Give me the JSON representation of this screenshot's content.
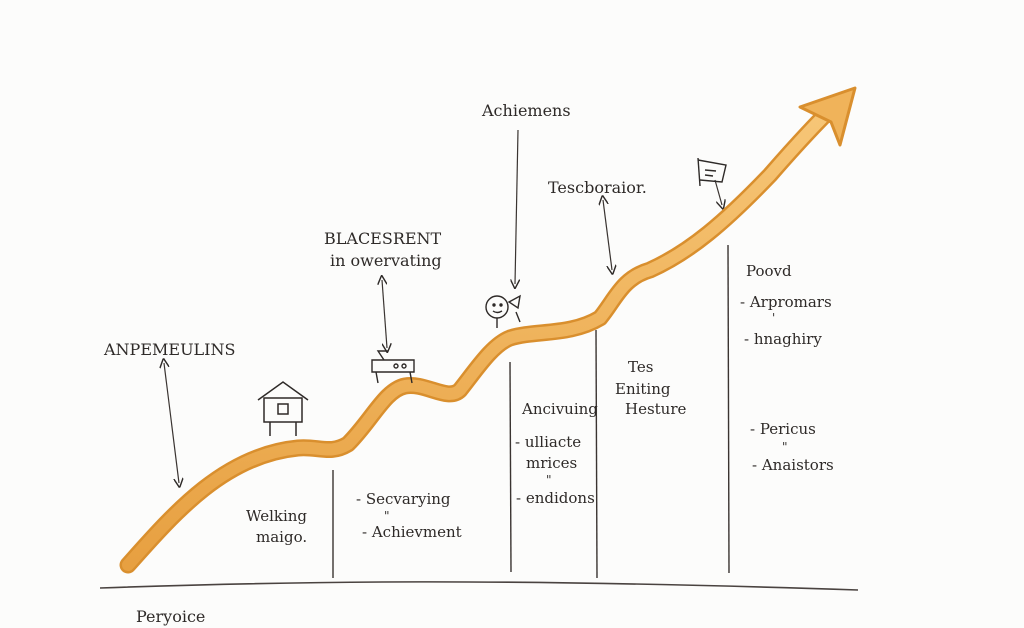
{
  "colors": {
    "ink": "#2e2a28",
    "arrow_fill": "#f0b35a",
    "arrow_edge": "#d98f2e",
    "paper": "#fcfcfb"
  },
  "labels": {
    "top_center": "Achiemens",
    "upper_right": "Tescboraior.",
    "upper_mid_line1": "BLACESRENT",
    "upper_mid_line2": "in owervating",
    "left": "ANPEMEULINS",
    "bottom_left": "Peryoice"
  },
  "sections": [
    {
      "lines": [
        "Welking",
        "maigo."
      ]
    },
    {
      "lines": [
        "- Secvarying",
        "\"",
        "- Achievment"
      ]
    },
    {
      "lines": [
        "Ancivuing",
        "- ulliacte",
        "mrices",
        "\"",
        "- endidons"
      ]
    },
    {
      "lines": [
        "Tes",
        "Eniting",
        "Hesture"
      ]
    },
    {
      "lines": [
        "Poovd",
        "- Arpromars",
        "'",
        "- hnaghiry",
        "- Pericus",
        "\"",
        "- Anaistors"
      ]
    }
  ],
  "icons": [
    "house-icon",
    "desk-icon",
    "person-icon",
    "flag-icon"
  ]
}
